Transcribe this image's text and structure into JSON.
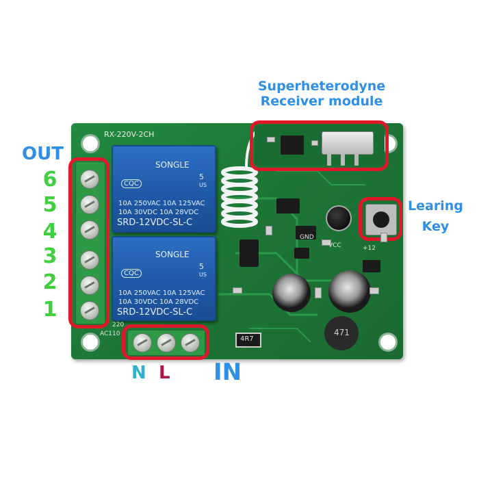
{
  "labels": {
    "module_title_line1": "Superheterodyne",
    "module_title_line2": "Receiver module",
    "out": "OUT",
    "outputs": [
      "6",
      "5",
      "4",
      "3",
      "2",
      "1"
    ],
    "key_line1": "Learing",
    "key_line2": "Key",
    "n": "N",
    "l": "L",
    "in": "IN"
  },
  "board": {
    "model": "RX-220V-2CH",
    "relay_brand": "SONGLE",
    "relay_rating_1": "10A 250VAC  10A 125VAC",
    "relay_rating_2": "10A  30VDC  10A  28VDC",
    "relay_model": "SRD-12VDC-SL-C",
    "relay_cert": "CQC",
    "relay_ul": "5",
    "relay_us": "US",
    "resistor": "4R7",
    "inductor": "471",
    "gnd": "GND",
    "vcc": "VCC",
    "plus12": "+12",
    "ac220": "220",
    "ac110": "AC110"
  },
  "colors": {
    "highlight": "#e0192a",
    "label_blue": "#2f8fe6",
    "label_green": "#3fcf3f",
    "label_L": "#b0154a",
    "pcb": "#1f7a3a"
  }
}
